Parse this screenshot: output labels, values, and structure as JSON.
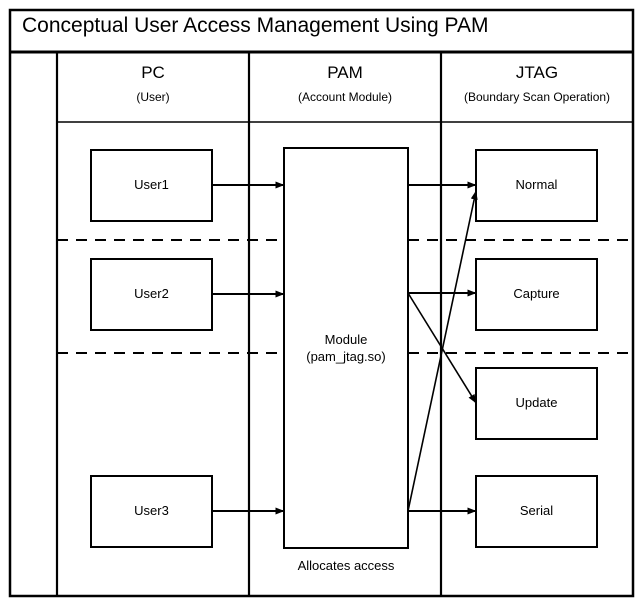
{
  "diagram": {
    "title": "Conceptual User Access Management Using PAM",
    "columns": [
      {
        "id": "spacer",
        "name": "",
        "subtitle": ""
      },
      {
        "id": "pc",
        "name": "PC",
        "subtitle": "(User)"
      },
      {
        "id": "pam",
        "name": "PAM",
        "subtitle": "(Account Module)"
      },
      {
        "id": "jtag",
        "name": "JTAG",
        "subtitle": "(Boundary Scan Operation)"
      }
    ],
    "users": [
      {
        "id": "user1",
        "label": "User1"
      },
      {
        "id": "user2",
        "label": "User2"
      },
      {
        "id": "user3",
        "label": "User3"
      }
    ],
    "module": {
      "line1": "Module",
      "line2": "(pam_jtag.so)",
      "caption": "Allocates access"
    },
    "jtag_operations": [
      {
        "id": "normal",
        "label": "Normal"
      },
      {
        "id": "capture",
        "label": "Capture"
      },
      {
        "id": "update",
        "label": "Update"
      },
      {
        "id": "serial",
        "label": "Serial"
      }
    ],
    "colors": {
      "stroke": "#000000",
      "background": "#ffffff",
      "text": "#000000"
    }
  }
}
